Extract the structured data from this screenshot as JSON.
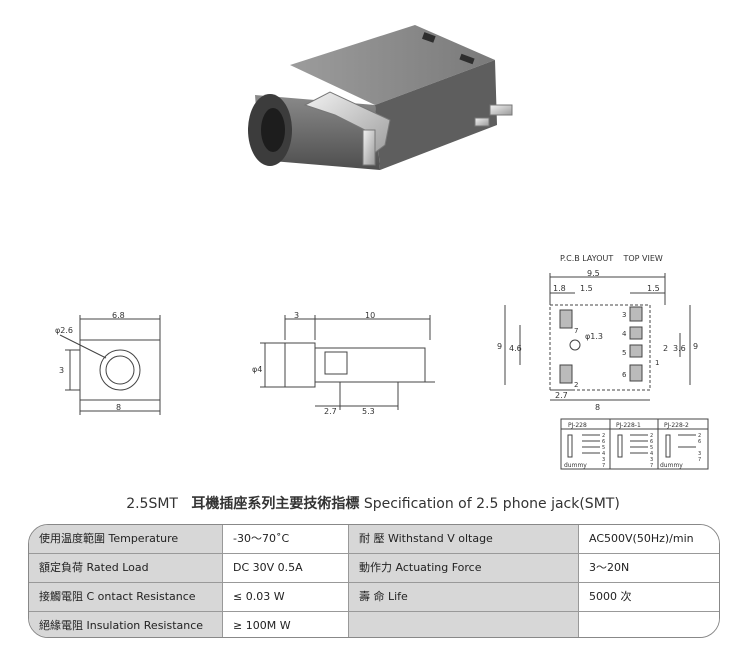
{
  "title": {
    "prefix": "2.5SMT",
    "chinese": "耳機插座系列主要技術指標",
    "english": "Specification of 2.5 phone jack(SMT)"
  },
  "drawing_labels": {
    "pcb_layout": "P.C.B LAYOUT",
    "top_view": "TOP VIEW",
    "front": {
      "width_top": "6.8",
      "hole": "φ2.6",
      "height": "3",
      "width_bottom": "8"
    },
    "side": {
      "left": "3",
      "length": "10",
      "diameter": "φ4",
      "pitch1": "2.7",
      "pitch2": "5.3"
    },
    "pcb": {
      "total_w": "9.5",
      "d18": "1.8",
      "d15a": "1.5",
      "d15b": "1.5",
      "hole": "φ1.3",
      "h9_left": "9",
      "h46": "4.6",
      "d2": "2",
      "d36": "3.6",
      "h9_right": "9",
      "d27": "2.7",
      "d8": "8",
      "pins": [
        "1",
        "2",
        "3",
        "4",
        "5",
        "6",
        "7"
      ]
    }
  },
  "schematics": [
    {
      "model": "PJ-228",
      "pins": [
        "2",
        "6",
        "5",
        "4",
        "3",
        "7"
      ],
      "dummy": "dummy"
    },
    {
      "model": "PJ-228-1",
      "pins": [
        "2",
        "6",
        "5",
        "4",
        "3",
        "7"
      ],
      "dummy": ""
    },
    {
      "model": "PJ-228-2",
      "pins": [
        "2",
        "6",
        "3",
        "7"
      ],
      "dummy": "dummy"
    }
  ],
  "specs": [
    {
      "label": "使用温度範圍 Temperature",
      "value": "-30～70˚C",
      "label2": "耐   壓  Withstand V oltage",
      "value2": "AC500V(50Hz)/min"
    },
    {
      "label": "額定負荷  Rated Load",
      "value": "DC  30V  0.5A",
      "label2": "動作力  Actuating Force",
      "value2": "3～20N"
    },
    {
      "label": "接觸電阻  C ontact Resistance",
      "value": "≤ 0.03 W",
      "label2": "壽   命  Life",
      "value2": "5000 次"
    },
    {
      "label": "絕緣電阻  Insulation Resistance",
      "value": "≥ 100M W",
      "label2": "",
      "value2": ""
    }
  ]
}
